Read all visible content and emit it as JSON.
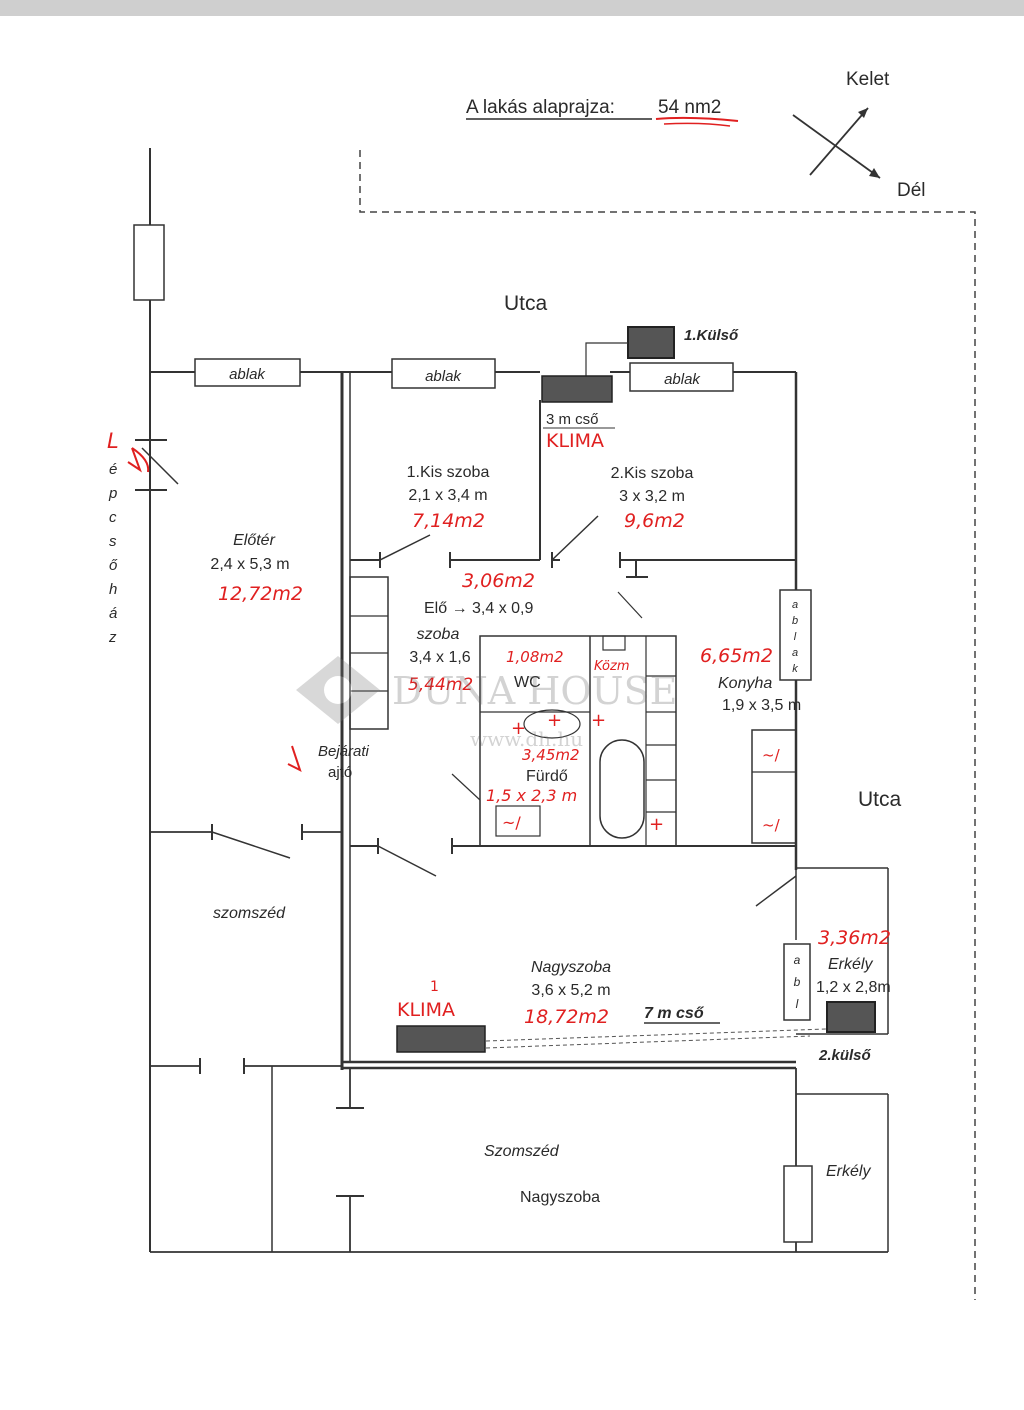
{
  "header": {
    "title": "A lakás alaprajza:",
    "area": "54 nm2"
  },
  "compass": {
    "east": "Kelet",
    "south": "Dél"
  },
  "streets": {
    "top": "Utca",
    "right": "Utca"
  },
  "stair": [
    "L",
    "é",
    "p",
    "c",
    "s",
    "ő",
    "h",
    "á",
    "z"
  ],
  "windows": {
    "w1": "ablak",
    "w2": "ablak",
    "w3": "ablak",
    "kitchen": [
      "a",
      "b",
      "l",
      "a",
      "k"
    ],
    "balcony": [
      "a",
      "b",
      "l"
    ]
  },
  "ac": {
    "outdoor1": "1.Külső",
    "pipe1": "3 m cső",
    "klima1": "KLIMA",
    "outdoor2": "2.külső",
    "pipe2": "7 m cső",
    "klima2": "KLIMA",
    "klima2_num": "1"
  },
  "rooms": {
    "kis1": {
      "name": "1.Kis szoba",
      "dim": "2,1 x 3,4 m",
      "area": "7,14m2"
    },
    "kis2": {
      "name": "2.Kis szoba",
      "dim": "3 x 3,2 m",
      "area": "9,6m2"
    },
    "eloter": {
      "name": "Előtér",
      "dim": "2,4 x 5,3 m",
      "area": "12,72m2"
    },
    "elo": {
      "line1": "Elő → 3,4 x 0,9",
      "area": "3,06m2",
      "name2": "szoba",
      "dim2": "3,4 x 1,6",
      "area2": "5,44m2"
    },
    "wc": {
      "name": "WC",
      "area": "1,08m2"
    },
    "kozmu": {
      "area": "Közm"
    },
    "konyha": {
      "name": "Konyha",
      "dim": "1,9 x 3,5 m",
      "area": "6,65m2"
    },
    "furdo": {
      "name": "Fürdő",
      "dim": "1,5 x 2,3 m",
      "area": "3,45m2"
    },
    "bejarati": {
      "line1": "Bejárati",
      "line2": "ajtó"
    },
    "szomszed": {
      "name": "szomszéd"
    },
    "nagy": {
      "name": "Nagyszoba",
      "dim": "3,6 x 5,2 m",
      "area": "18,72m2"
    },
    "erkely": {
      "name": "Erkély",
      "dim": "1,2 x 2,8m",
      "area": "3,36m2"
    },
    "szomszed2": {
      "line1": "Szomszéd",
      "line2": "Nagyszoba"
    },
    "erkely2": {
      "name": "Erkély"
    }
  },
  "watermark": {
    "brand": "DUNA HOUSE",
    "url": "www.dh.hu"
  }
}
